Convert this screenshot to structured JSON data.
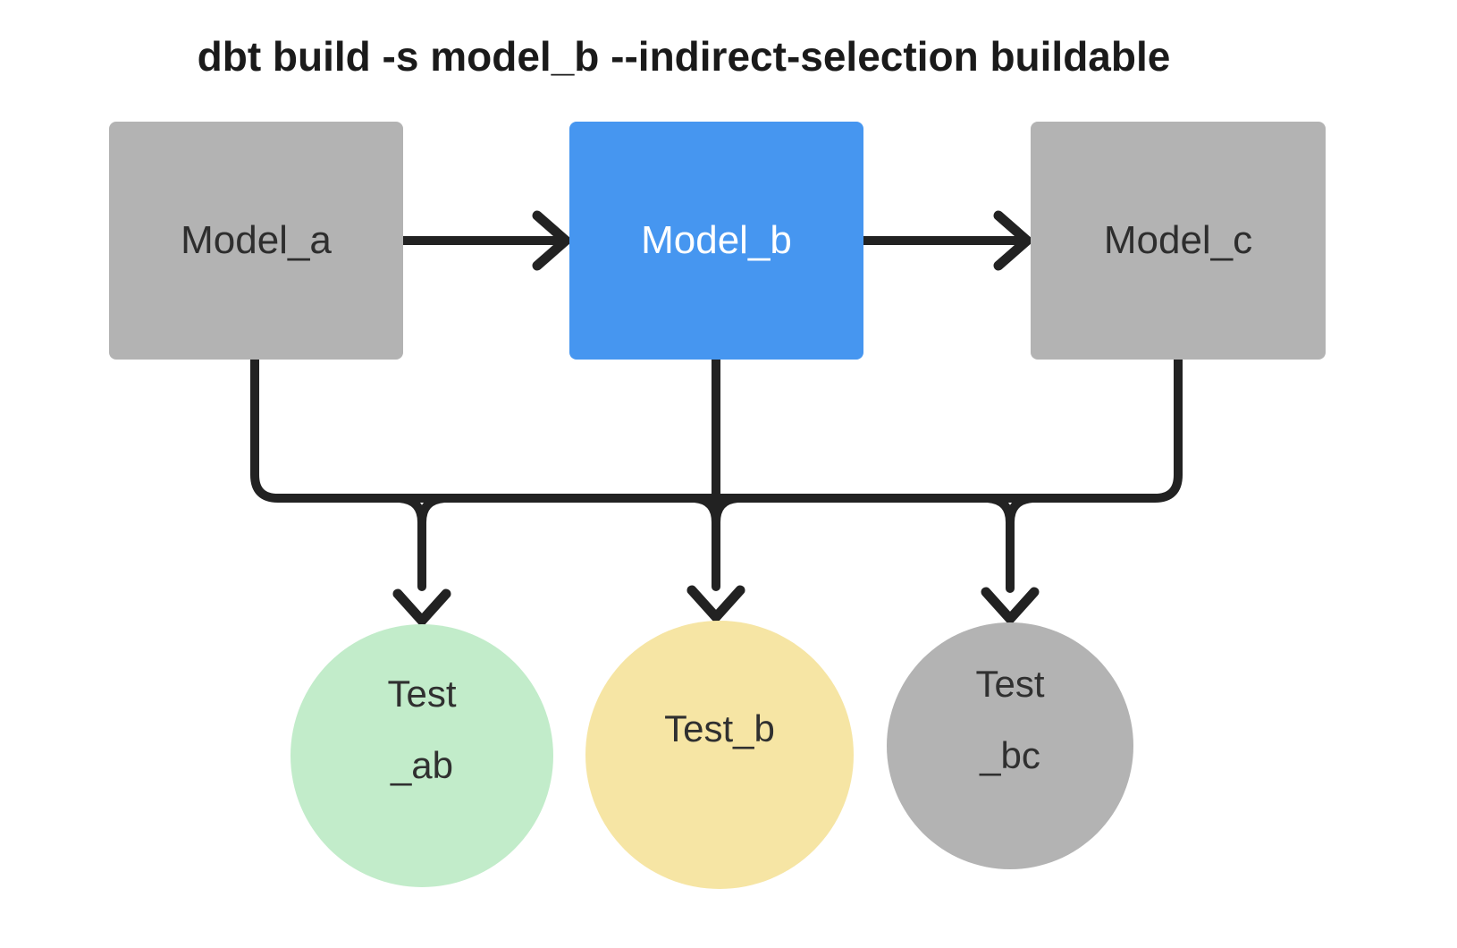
{
  "title": "dbt build -s model_b --indirect-selection buildable",
  "colors": {
    "canvas_bg": "#ffffff",
    "title_text": "#1a1a1a",
    "line": "#222222",
    "model_default_bg": "#b3b3b3",
    "model_selected_bg": "#4696f0",
    "model_text_dark": "#2e2e2e",
    "model_text_light": "#ffffff",
    "test_ab_bg": "#c2ecca",
    "test_b_bg": "#f6e5a4",
    "test_bc_bg": "#b3b3b3",
    "test_text": "#303030"
  },
  "models": [
    {
      "label": "Model_a",
      "state": "unselected"
    },
    {
      "label": "Model_b",
      "state": "selected"
    },
    {
      "label": "Model_c",
      "state": "unselected"
    }
  ],
  "tests": [
    {
      "line1": "Test",
      "line2": "_ab"
    },
    {
      "line1": "Test_b",
      "line2": ""
    },
    {
      "line1": "Test",
      "line2": "_bc"
    }
  ]
}
